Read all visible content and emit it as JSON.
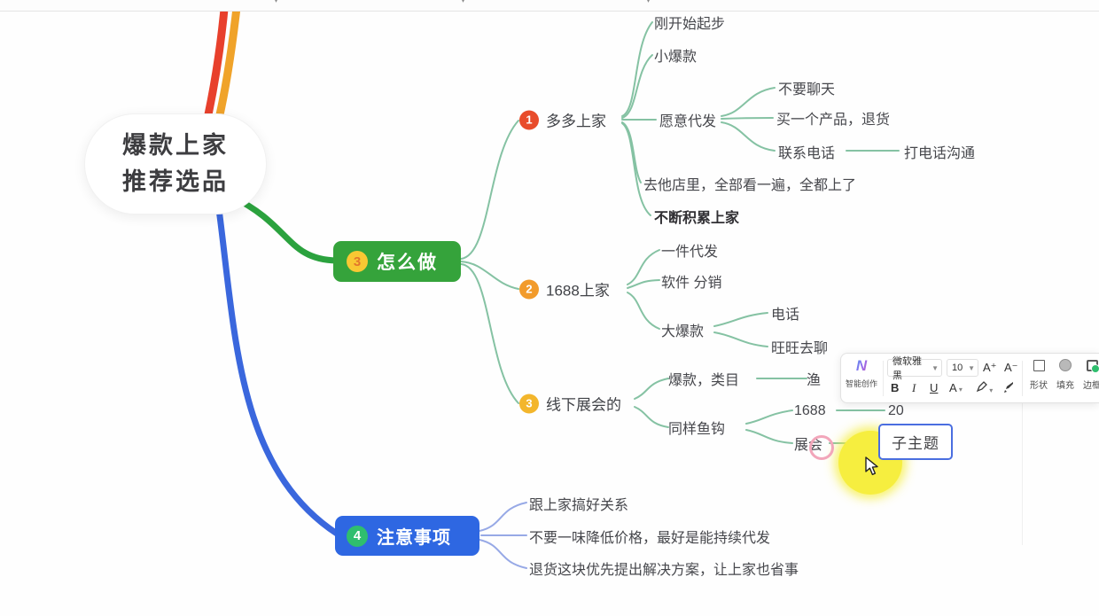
{
  "root": {
    "title_line1": "爆款上家",
    "title_line2": "推荐选品"
  },
  "branch_how": {
    "badge": "3",
    "label": "怎么做"
  },
  "branch_notes": {
    "badge": "4",
    "label": "注意事项"
  },
  "topics": [
    {
      "badge": "1",
      "label": "多多上家"
    },
    {
      "badge": "2",
      "label": "1688上家"
    },
    {
      "badge": "3",
      "label": "线下展会的"
    }
  ],
  "nodes": [
    {
      "text": "刚开始起步"
    },
    {
      "text": "小爆款"
    },
    {
      "text": "愿意代发"
    },
    {
      "text": "不要聊天"
    },
    {
      "text": "买一个产品，退货"
    },
    {
      "text": "联系电话"
    },
    {
      "text": "打电话沟通"
    },
    {
      "text": "去他店里，全部看一遍，全都上了"
    },
    {
      "text": "不断积累上家"
    },
    {
      "text": "一件代发"
    },
    {
      "text": "软件 分销"
    },
    {
      "text": "大爆款"
    },
    {
      "text": "电话"
    },
    {
      "text": "旺旺去聊"
    },
    {
      "text": "爆款，类目"
    },
    {
      "text": "渔"
    },
    {
      "text": "同样鱼钩"
    },
    {
      "text": "1688"
    },
    {
      "text": "20"
    },
    {
      "text": "展会"
    },
    {
      "text": "跟上家搞好关系"
    },
    {
      "text": "不要一味降低价格，最好是能持续代发"
    },
    {
      "text": "退货这块优先提出解决方案，让上家也省事"
    }
  ],
  "editing": {
    "selected_node_text": "子主题"
  },
  "toolbar": {
    "ai_label": "智能创作",
    "ai_logo": "N",
    "font_name": "微软雅黑",
    "font_size": "10",
    "grow": "A⁺",
    "shrink": "A⁻",
    "bold": "B",
    "italic": "I",
    "underline": "U",
    "font_color": "A",
    "pen": "✎",
    "painter": "🖌",
    "shape_label": "形状",
    "fill_label": "填充",
    "border_label": "边框"
  },
  "colors": {
    "branch_green": "#35a33b",
    "branch_blue": "#2e67e2",
    "stub_red": "#e8402c",
    "stub_orange": "#f0a32a",
    "thin_green": "#85c2a3",
    "thin_blue": "#97a9e6",
    "badge1_red": "#e84c2b",
    "badge2_orange": "#f29b2b",
    "badge3_yellow": "#f3b62c",
    "badge4_green": "#2fbe6e",
    "selection_blue": "#4a6ee0",
    "highlight_yellow": "#f6ee3f",
    "annotation_pink": "#f2a6ba"
  }
}
